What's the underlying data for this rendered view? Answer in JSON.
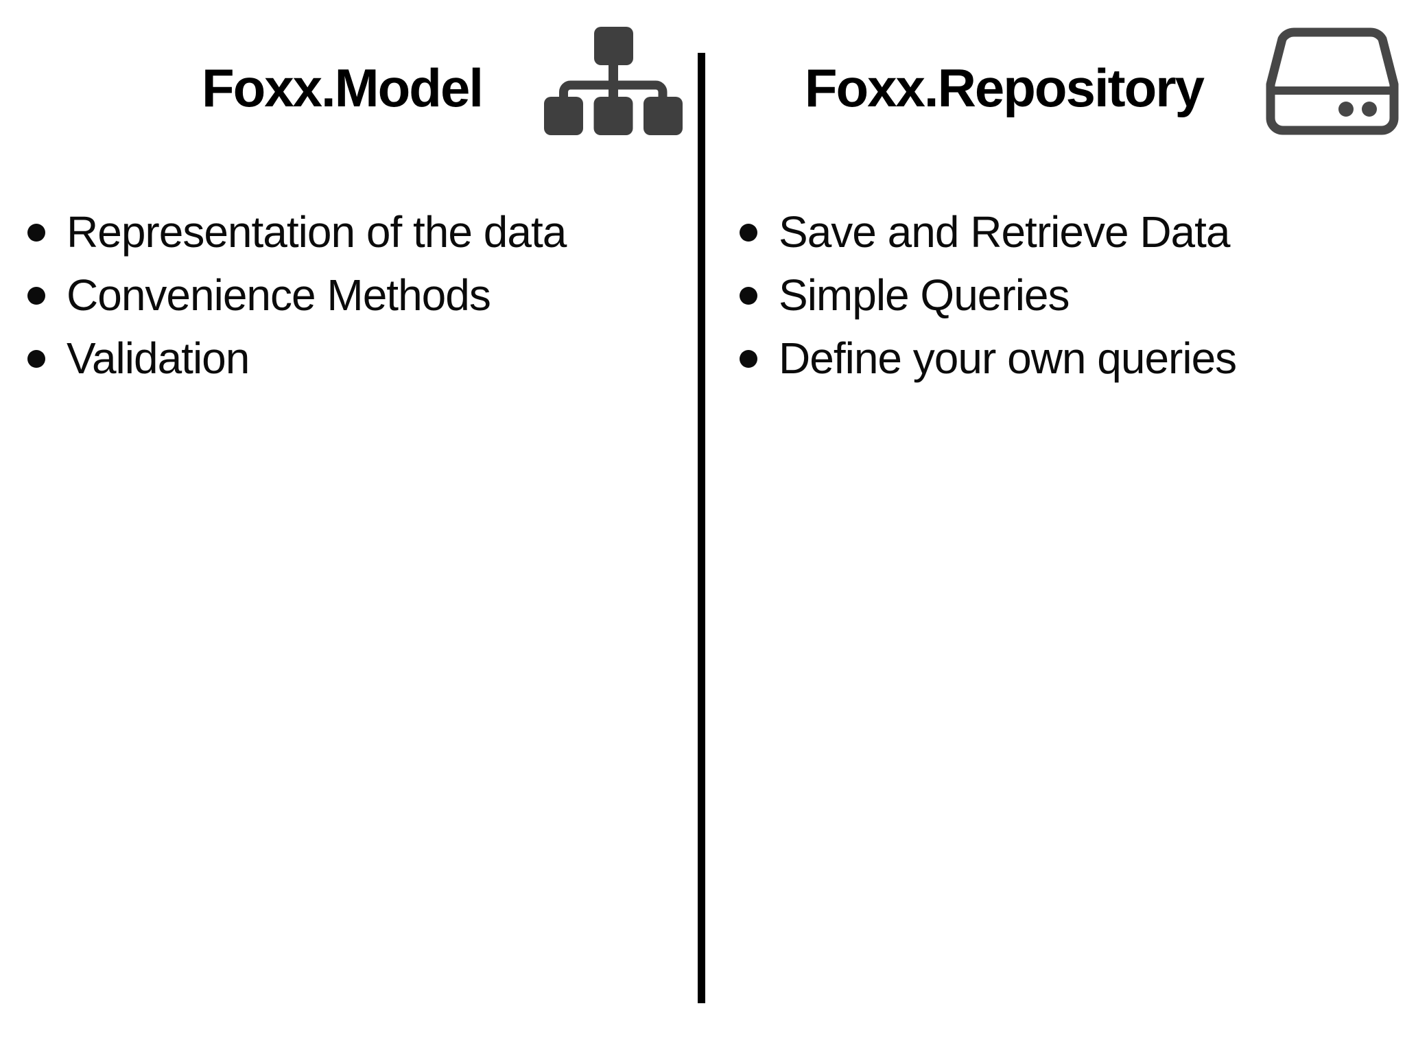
{
  "slide": {
    "left": {
      "title": "Foxx.Model",
      "icon": "sitemap-icon",
      "bullets": [
        "Representation of the data",
        "Convenience Methods",
        "Validation"
      ]
    },
    "right": {
      "title": "Foxx.Repository",
      "icon": "hard-drive-icon",
      "bullets": [
        "Save and Retrieve Data",
        "Simple Queries",
        "Define your own queries"
      ]
    },
    "colors": {
      "background": "#ffffff",
      "text": "#0b0b0b",
      "title": "#000000",
      "icon_fill": "#3f3f3f",
      "icon_stroke": "#474747",
      "divider": "#000000"
    }
  }
}
